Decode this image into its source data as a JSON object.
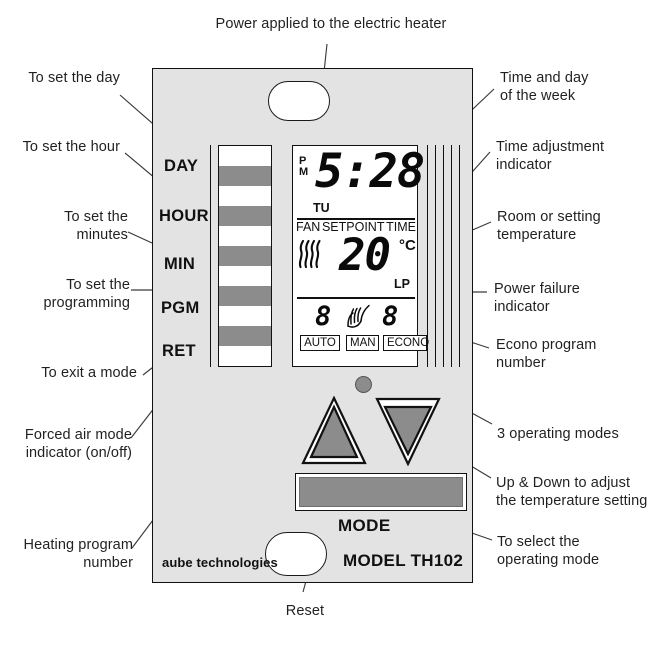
{
  "title_top": "Power applied to the electric heater",
  "bottom_label": "Reset",
  "device": {
    "brand": "aube technologies",
    "model": "MODEL TH102",
    "mode_button_label": "MODE"
  },
  "keys": [
    {
      "label": "DAY"
    },
    {
      "label": "HOUR"
    },
    {
      "label": "MIN"
    },
    {
      "label": "PGM"
    },
    {
      "label": "RET"
    }
  ],
  "lcd": {
    "pm_top": "P",
    "pm_bottom": "M",
    "time": "5:28",
    "day_abbr": "TU",
    "label_fan": "FAN",
    "label_setpoint": "SETPOINT",
    "label_time": "TIME",
    "temperature": "20",
    "degree_unit": "°C",
    "power_failure_flag": "LP",
    "heating_program_digit": "8",
    "econo_program_digit": "8",
    "mode_auto": "AUTO",
    "mode_man": "MAN",
    "mode_econo": "ECONO"
  },
  "annotations_left": [
    {
      "id": "set-day",
      "text": "To set the day"
    },
    {
      "id": "set-hour",
      "text": "To set the hour"
    },
    {
      "id": "set-minutes",
      "text": "To set the\nminutes"
    },
    {
      "id": "set-program",
      "text": "To set the\nprogramming"
    },
    {
      "id": "exit-mode",
      "text": "To exit a mode"
    },
    {
      "id": "forced-air",
      "text": "Forced air mode\nindicator (on/off)"
    },
    {
      "id": "heating-prog",
      "text": "Heating program\nnumber"
    }
  ],
  "annotations_right": [
    {
      "id": "time-day",
      "text": "Time and day\nof the week"
    },
    {
      "id": "time-adjust",
      "text": "Time adjustment\nindicator"
    },
    {
      "id": "room-setting",
      "text": "Room or setting\ntemperature"
    },
    {
      "id": "power-failure",
      "text": "Power failure\nindicator"
    },
    {
      "id": "econo-prog",
      "text": "Econo program\nnumber"
    },
    {
      "id": "operating-modes",
      "text": "3 operating modes"
    },
    {
      "id": "up-down",
      "text": "Up & Down to adjust\nthe temperature setting"
    },
    {
      "id": "select-mode",
      "text": "To select the\noperating mode"
    }
  ],
  "colors": {
    "body": "#e3e3e3",
    "gray_fill": "#8c8c8c",
    "ink": "#231f20"
  }
}
